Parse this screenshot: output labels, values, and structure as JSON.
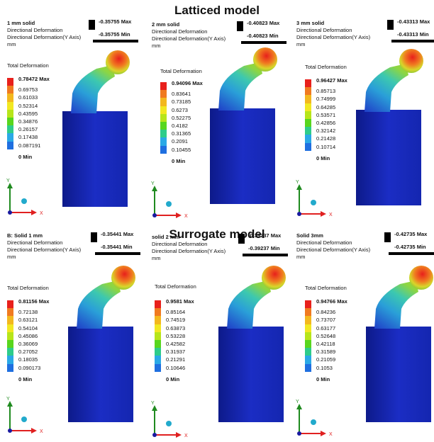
{
  "titles": {
    "top": "Latticed model",
    "bottom": "Surrogate model"
  },
  "colors": {
    "legend": [
      "#e8201c",
      "#f07a20",
      "#f3b81e",
      "#f2e822",
      "#b7e51a",
      "#58d61d",
      "#2ecc8a",
      "#2aa9e6",
      "#1f6fe0",
      "#1420c8"
    ],
    "axis_y": "#1f8a1f",
    "axis_x": "#e02020",
    "axis_z": "#1a1aa0",
    "origin_ball": "#22aacc"
  },
  "panels": [
    {
      "name": "1 mm solid",
      "lines": [
        "Directional Deformation",
        "Directional Deformation(Y Axis)",
        "mm"
      ],
      "dd_max": "-0.35755 Max",
      "dd_min": "-0.35755 Min",
      "total_label": "Total Deformation",
      "legend": [
        "0.78472 Max",
        "0.69753",
        "0.61033",
        "0.52314",
        "0.43595",
        "0.34876",
        "0.26157",
        "0.17438",
        "0.087191",
        "0 Min"
      ]
    },
    {
      "name": "2 mm solid",
      "lines": [
        "Directional Deformation",
        "Directional Deformation(Y Axis)",
        "mm"
      ],
      "dd_max": "-0.40823 Max",
      "dd_min": "-0.40823 Min",
      "total_label": "Total Deformation",
      "legend": [
        "0.94096 Max",
        "0.83641",
        "0.73185",
        "0.6273",
        "0.52275",
        "0.4182",
        "0.31365",
        "0.2091",
        "0.10455",
        "0 Min"
      ]
    },
    {
      "name": "3 mm solid",
      "lines": [
        "Directional Deformation",
        "Directional Deformation(Y Axis)",
        "mm"
      ],
      "dd_max": "-0.43313 Max",
      "dd_min": "-0.43313 Min",
      "total_label": "Total Deformation",
      "legend": [
        "0.96427 Max",
        "0.85713",
        "0.74999",
        "0.64285",
        "0.53571",
        "0.42856",
        "0.32142",
        "0.21428",
        "0.10714",
        "0 Min"
      ]
    },
    {
      "name": "B: Solid 1 mm",
      "lines": [
        "Directional Deformation",
        "Directional Deformation(Y Axis)",
        "mm"
      ],
      "dd_max": "-0.35441 Max",
      "dd_min": "-0.35441 Min",
      "total_label": "Total Deformation",
      "legend": [
        "0.81156 Max",
        "0.72138",
        "0.63121",
        "0.54104",
        "0.45086",
        "0.36069",
        "0.27052",
        "0.18035",
        "0.090173",
        "0 Min"
      ]
    },
    {
      "name": "solid  2 mm",
      "lines": [
        "Directional Deformation",
        "Directional Deformation(Y Axis)",
        "mm"
      ],
      "dd_max": "-0.39237 Max",
      "dd_min": "-0.39237 Min",
      "total_label": "Total Deformation",
      "legend": [
        "0.9581 Max",
        "0.85164",
        "0.74519",
        "0.63873",
        "0.53228",
        "0.42582",
        "0.31937",
        "0.21291",
        "0.10646",
        "0 Min"
      ]
    },
    {
      "name": "Solid 3mm",
      "lines": [
        "Directional Deformation",
        "Directional Deformation(Y Axis)",
        "mm"
      ],
      "dd_max": "-0.42735 Max",
      "dd_min": "-0.42735 Min",
      "total_label": "Total Deformation",
      "legend": [
        "0.94766 Max",
        "0.84236",
        "0.73707",
        "0.63177",
        "0.52648",
        "0.42118",
        "0.31589",
        "0.21059",
        "0.1053",
        "0 Min"
      ]
    }
  ],
  "axis_labels": {
    "y": "Y",
    "x": "X"
  }
}
